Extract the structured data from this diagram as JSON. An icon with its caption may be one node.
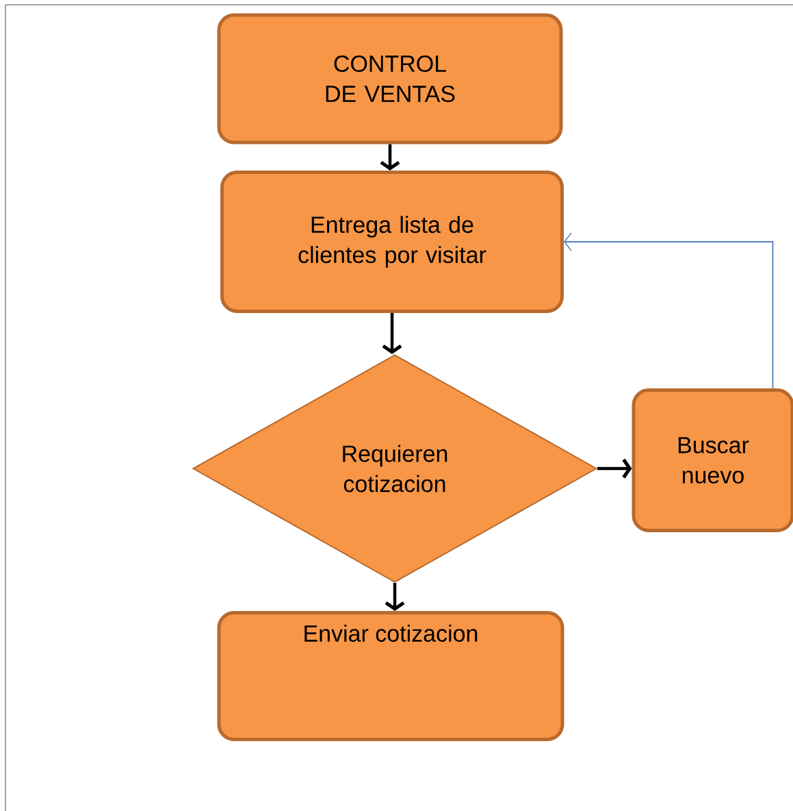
{
  "diagram": {
    "nodes": [
      {
        "text": [
          "CONTROL DE VENTAS"
        ]
      },
      {
        "text": [
          "Entrega lista de clientes por visitar"
        ]
      },
      {
        "text": [
          "Requieren cotizacion"
        ]
      },
      {
        "text": [
          "Buscar nuevo"
        ]
      },
      {
        "text": [
          "Enviar cotizacion"
        ]
      }
    ],
    "edges": [
      {
        "from": 0,
        "to": 1,
        "arrow": "to"
      },
      {
        "from": 1,
        "to": 2,
        "arrow": "to"
      },
      {
        "from": 2,
        "to": 3,
        "arrow": "to"
      },
      {
        "from": 2,
        "to": 4,
        "arrow": "to"
      },
      {
        "from": 3,
        "to": 1,
        "arrow": "to",
        "color": "#4f81bd"
      }
    ]
  }
}
